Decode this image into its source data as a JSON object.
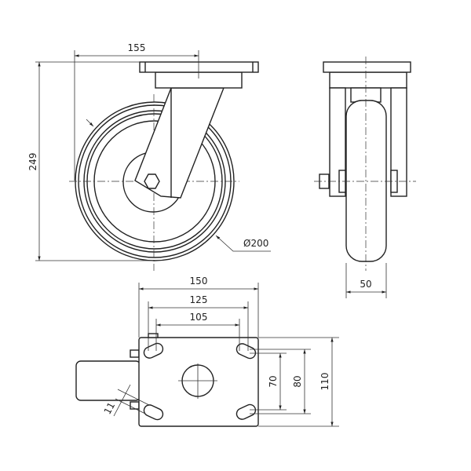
{
  "drawing": {
    "front_view": {
      "height_label": "249",
      "offset_label": "155",
      "diameter_label": "Ø200"
    },
    "side_view": {
      "width_label": "50"
    },
    "top_plate_view": {
      "plate_width_label": "150",
      "hole_spacing_outer_label": "125",
      "hole_spacing_inner_label": "105",
      "hole_spacing_short_label": "70",
      "hole_spacing_long_label": "80",
      "plate_length_label": "110",
      "slot_width_label": "11"
    }
  }
}
